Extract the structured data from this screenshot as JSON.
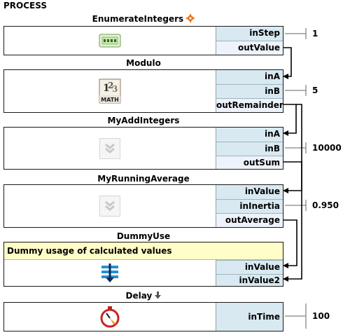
{
  "process": {
    "title": "PROCESS"
  },
  "blocks": [
    {
      "title": "EnumerateIntegers",
      "icon": "gear-icon",
      "ports": [
        {
          "label": "inStep",
          "kind": "in"
        },
        {
          "label": "outValue",
          "kind": "out"
        }
      ],
      "params": [
        "1"
      ],
      "block_icon": "numbers-card-icon"
    },
    {
      "title": "Modulo",
      "ports": [
        {
          "label": "inA",
          "kind": "in"
        },
        {
          "label": "inB",
          "kind": "in"
        },
        {
          "label": "outRemainder",
          "kind": "out"
        }
      ],
      "params": [
        "5"
      ],
      "block_icon": "math-book-icon",
      "block_icon_text": "MATH"
    },
    {
      "title": "MyAddIntegers",
      "ports": [
        {
          "label": "inA",
          "kind": "in"
        },
        {
          "label": "inB",
          "kind": "in"
        },
        {
          "label": "outSum",
          "kind": "out"
        }
      ],
      "params": [
        "10000"
      ],
      "block_icon": "subgraph-chevron-icon"
    },
    {
      "title": "MyRunningAverage",
      "ports": [
        {
          "label": "inValue",
          "kind": "in"
        },
        {
          "label": "inInertia",
          "kind": "in"
        },
        {
          "label": "outAverage",
          "kind": "out"
        }
      ],
      "params": [
        "0.950"
      ],
      "block_icon": "subgraph-chevron-icon"
    },
    {
      "title": "DummyUse",
      "comment": "Dummy usage of calculated values",
      "ports": [
        {
          "label": "inValue",
          "kind": "in"
        },
        {
          "label": "inValue2",
          "kind": "in"
        }
      ],
      "block_icon": "list-arrow-icon"
    },
    {
      "title": "Delay",
      "icon": "down-arrow-icon",
      "ports": [
        {
          "label": "inTime",
          "kind": "in"
        }
      ],
      "params": [
        "100"
      ],
      "block_icon": "stopwatch-icon"
    }
  ],
  "colors": {
    "in_port": "#d8e9f1",
    "out_port": "#eef2fa",
    "comment": "#fffdc8",
    "gear": "#e8731a"
  }
}
